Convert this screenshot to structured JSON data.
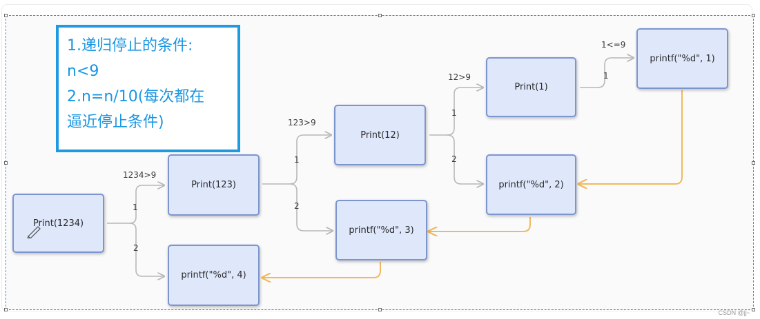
{
  "note": {
    "lines": [
      "1.递归停止的条件:",
      "n<9",
      "2.n=n/10(每次都在",
      "逼近停止条件)"
    ],
    "border_color": "#1e9be0",
    "text_color": "#1996e3"
  },
  "nodes": {
    "print1234": "Print(1234)",
    "print123": "Print(123)",
    "print12": "Print(12)",
    "print1": "Print(1)",
    "printf1": "printf(\"%d\", 1)",
    "printf2": "printf(\"%d\", 2)",
    "printf3": "printf(\"%d\", 3)",
    "printf4": "printf(\"%d\", 4)"
  },
  "edge_labels": {
    "c1234": "1234>9",
    "c123": "123>9",
    "c12": "12>9",
    "c1": "1<=9",
    "one": "1",
    "two": "2"
  },
  "watermark": "CSDN @jj~",
  "colors": {
    "node_fill": "#dfe7fb",
    "node_border": "#7d95cf",
    "branch_line": "#b8b8b8",
    "return_line": "#f0b95e"
  }
}
